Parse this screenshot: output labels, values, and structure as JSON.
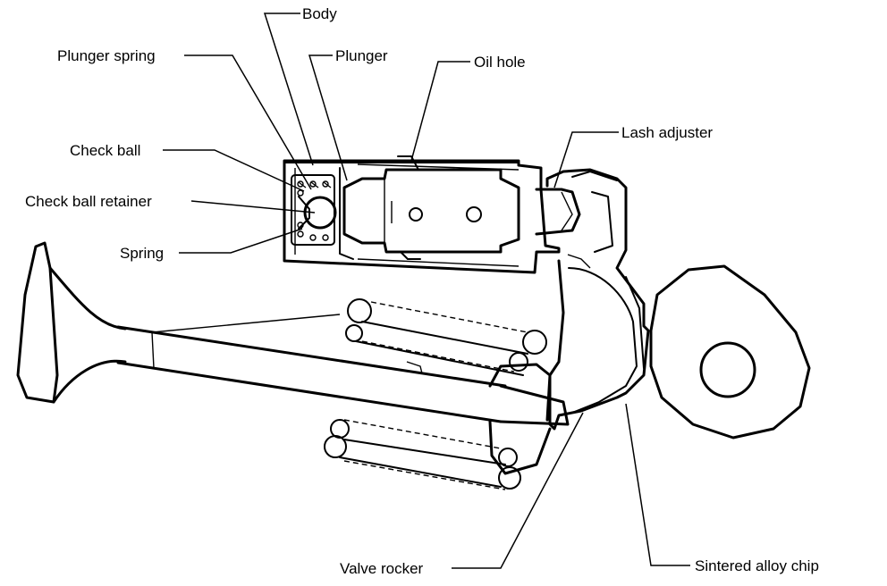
{
  "diagram": {
    "labels": {
      "body": "Body",
      "plunger_spring": "Plunger spring",
      "plunger": "Plunger",
      "oil_hole": "Oil hole",
      "lash_adjuster": "Lash adjuster",
      "check_ball": "Check ball",
      "check_ball_retainer": "Check ball retainer",
      "spring": "Spring",
      "valve_rocker": "Valve rocker",
      "sintered_alloy_chip": "Sintered alloy chip"
    }
  }
}
